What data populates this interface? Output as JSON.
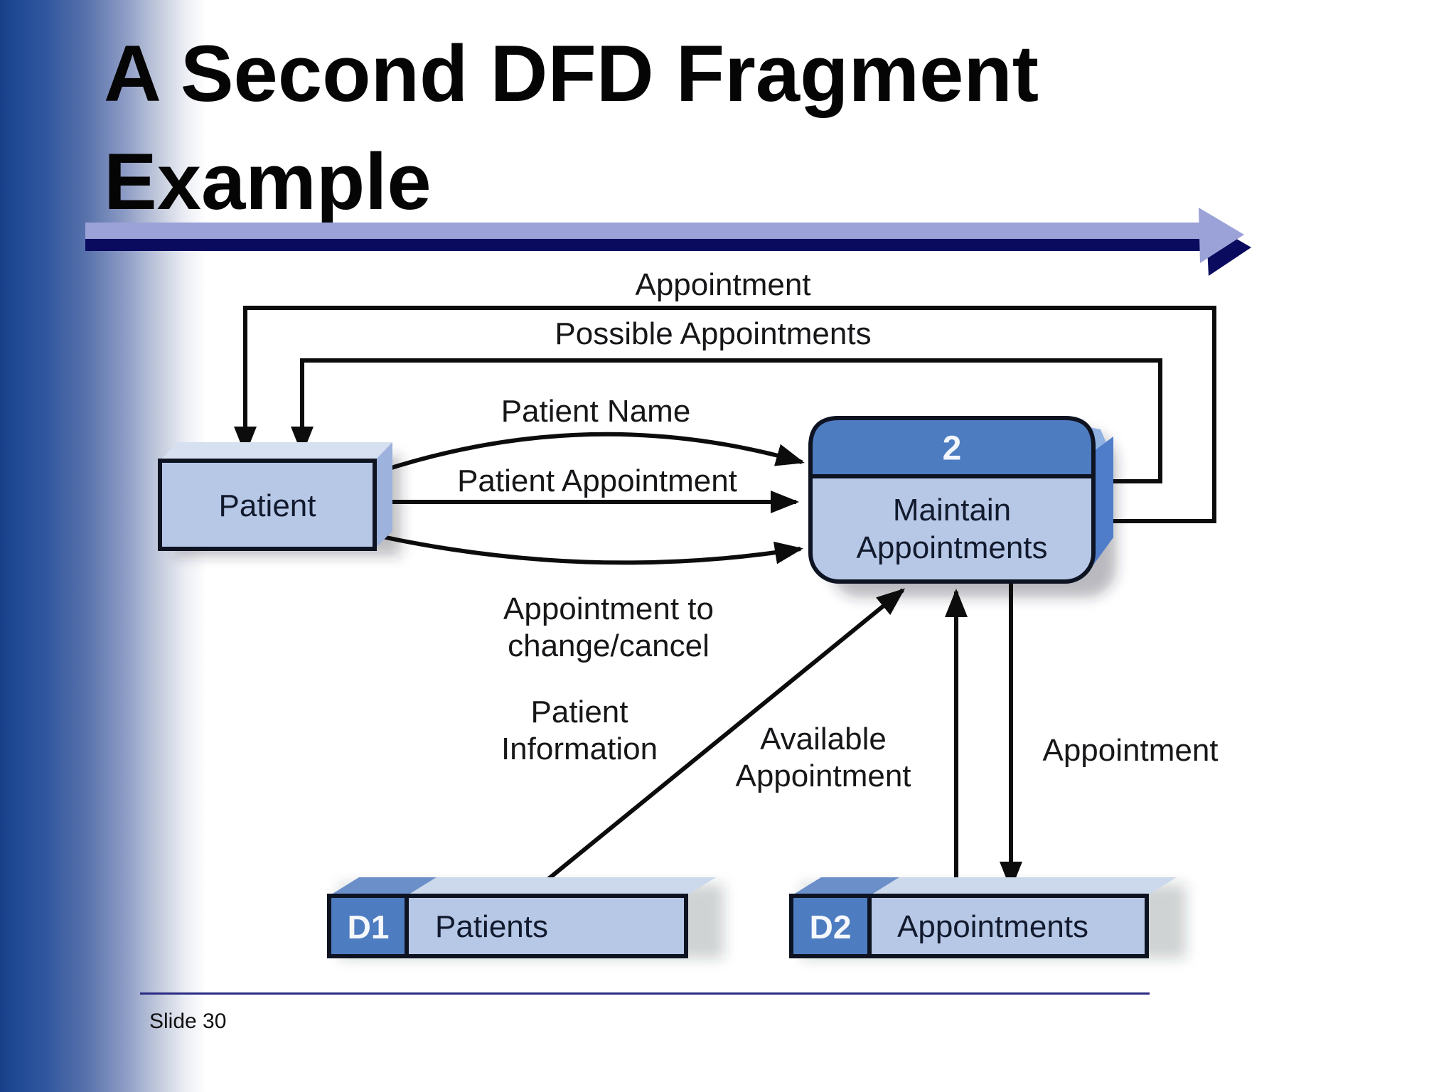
{
  "slide": {
    "title_line1": "A Second DFD Fragment",
    "title_line2": "Example",
    "footer": "Slide 30"
  },
  "diagram": {
    "entity_patient": {
      "label": "Patient"
    },
    "process": {
      "number": "2",
      "name_line1": "Maintain",
      "name_line2": "Appointments"
    },
    "datastores": [
      {
        "id": "D1",
        "name": "Patients"
      },
      {
        "id": "D2",
        "name": "Appointments"
      }
    ],
    "flows": {
      "appointment_return": "Appointment",
      "possible_appointments": "Possible Appointments",
      "patient_name": "Patient Name",
      "patient_appointment": "Patient Appointment",
      "appointment_change_l1": "Appointment to",
      "appointment_change_l2": "change/cancel",
      "patient_information_l1": "Patient",
      "patient_information_l2": "Information",
      "available_appointment_l1": "Available",
      "available_appointment_l2": "Appointment",
      "appointment_store": "Appointment"
    }
  },
  "colors": {
    "accent_header_blue": "#4e7cc0",
    "box_fill_light_blue": "#b7c8e7",
    "box_top_face": "#d6e0f0",
    "box_side_face": "#9db2dc",
    "border_dark": "#0e1322",
    "title_arrow_light": "#9aa2d8",
    "title_arrow_navy": "#0a0a5e",
    "footer_line": "#2b2b84",
    "gradient_left_blue": "#1d4892"
  }
}
